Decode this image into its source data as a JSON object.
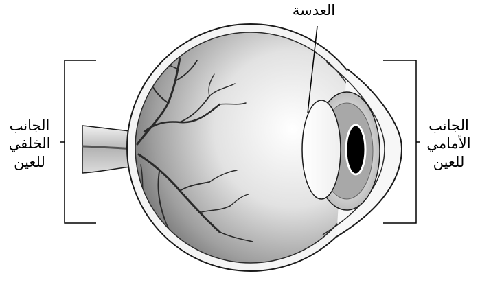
{
  "labels": {
    "lens": "العدسة",
    "posterior": [
      "الجانب",
      "الخلفي",
      "للعين"
    ],
    "anterior": [
      "الجانب",
      "الأمامي",
      "للعين"
    ]
  },
  "colors": {
    "outline": "#1a1a1a",
    "vessels": "#2a2a2a",
    "iris_ring": "#8c8c8c",
    "pupil": "#000000",
    "background": "#ffffff"
  }
}
